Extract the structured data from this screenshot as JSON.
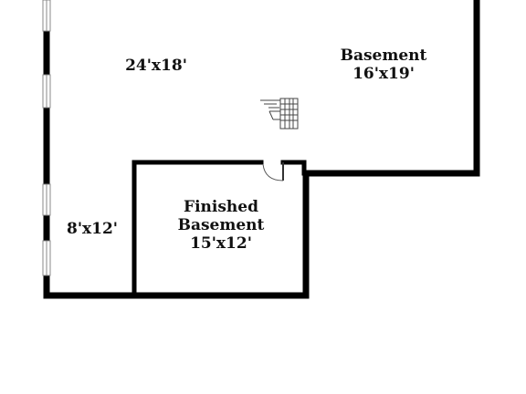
{
  "floor_plan": {
    "rooms": [
      {
        "id": "room-24x18",
        "name": "",
        "dimensions": "24'x18'"
      },
      {
        "id": "room-basement",
        "name": "Basement",
        "dimensions": "16'x19'"
      },
      {
        "id": "room-finished-basement",
        "name_lines": [
          "Finished",
          "Basement"
        ],
        "dimensions": "15'x12'"
      },
      {
        "id": "room-8x12",
        "name": "",
        "dimensions": "8'x12'"
      }
    ],
    "features": [
      "stairs-icon",
      "door-icon",
      "window-icon"
    ],
    "colors": {
      "wall": "#000000",
      "background": "#ffffff",
      "window_frame": "#888888"
    }
  }
}
